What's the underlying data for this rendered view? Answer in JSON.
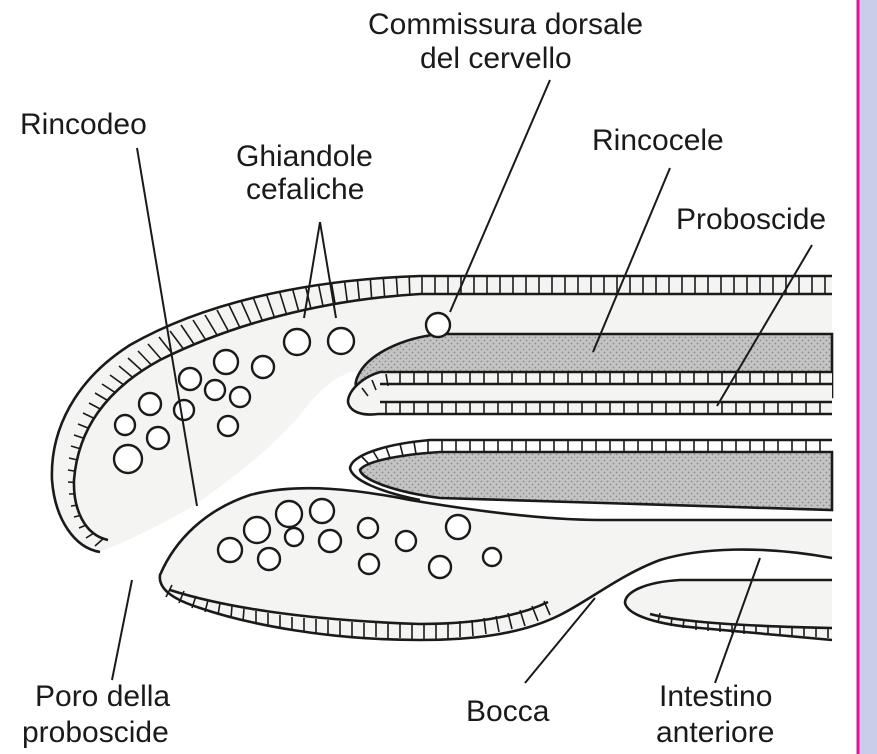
{
  "labels": {
    "commissura_line1": "Commissura dorsale",
    "commissura_line2": "del cervello",
    "rincodeo": "Rincodeo",
    "ghiandole_line1": "Ghiandole",
    "ghiandole_line2": "cefaliche",
    "rincocele": "Rincocele",
    "proboscide": "Proboscide",
    "poro_line1": "Poro della",
    "poro_line2": "proboscide",
    "bocca": "Bocca",
    "intestino_line1": "Intestino",
    "intestino_line2": "anteriore"
  },
  "colors": {
    "line": "#1a1a1a",
    "tissue": "#f4f4f2",
    "stippled_cavity": "#bdbdbd",
    "right_border": "#e0139a",
    "right_panel": "#c8cdea"
  }
}
